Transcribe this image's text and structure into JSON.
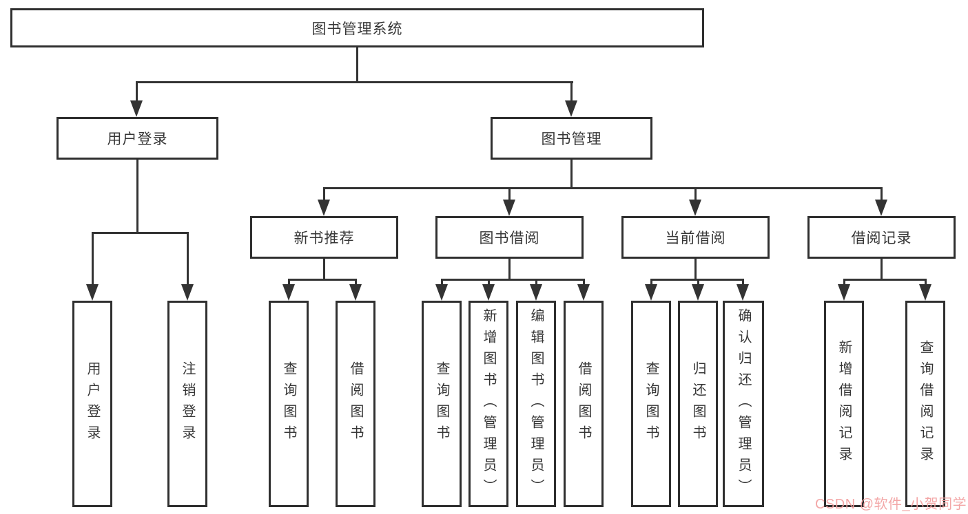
{
  "diagram": {
    "type": "hierarchy-tree",
    "colors": {
      "line": "#333333",
      "text": "#363636",
      "watermark": "#f2a0a0",
      "background": "#ffffff"
    },
    "watermark": {
      "text": "CSDN @软件_小贺同学"
    },
    "tree": {
      "label": "图书管理系统",
      "children": [
        {
          "label": "用户登录",
          "children": [
            {
              "label": "用户登录"
            },
            {
              "label": "注销登录"
            }
          ]
        },
        {
          "label": "图书管理",
          "children": [
            {
              "label": "新书推荐",
              "children": [
                {
                  "label": "查询图书"
                },
                {
                  "label": "借阅图书"
                }
              ]
            },
            {
              "label": "图书借阅",
              "children": [
                {
                  "label": "查询图书"
                },
                {
                  "label": "新增图书（管理员）"
                },
                {
                  "label": "编辑图书（管理员）"
                },
                {
                  "label": "借阅图书"
                }
              ]
            },
            {
              "label": "当前借阅",
              "children": [
                {
                  "label": "查询图书"
                },
                {
                  "label": "归还图书"
                },
                {
                  "label": "确认归还（管理员）"
                }
              ]
            },
            {
              "label": "借阅记录",
              "children": [
                {
                  "label": "新增借阅记录"
                },
                {
                  "label": "查询借阅记录"
                }
              ]
            }
          ]
        }
      ]
    }
  }
}
